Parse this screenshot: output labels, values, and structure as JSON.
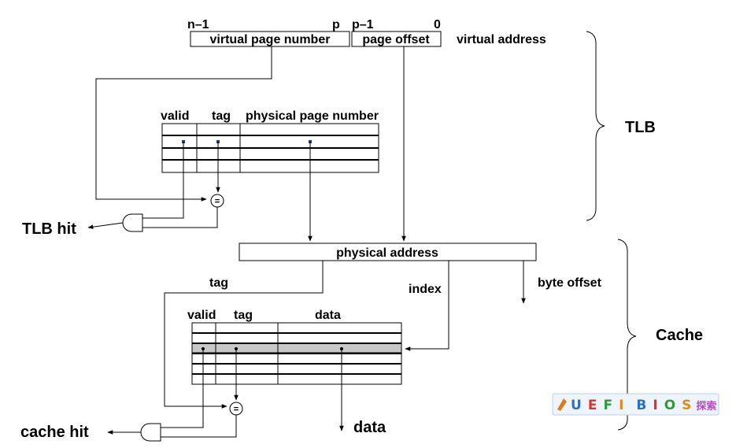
{
  "virtual_address": {
    "bit_n_minus_1": "n–1",
    "bit_p": "p",
    "bit_p_minus_1": "p–1",
    "bit_0": "0",
    "vpn_label": "virtual page number",
    "offset_label": "page offset",
    "label": "virtual address"
  },
  "tlb": {
    "brace_label": "TLB",
    "col_valid": "valid",
    "col_tag": "tag",
    "col_ppn": "physical page number",
    "hit_label": "TLB hit",
    "comparator": "="
  },
  "physical_address": {
    "label": "physical address",
    "tag_label": "tag",
    "index_label": "index",
    "byte_offset_label": "byte offset"
  },
  "cache": {
    "brace_label": "Cache",
    "col_valid": "valid",
    "col_tag": "tag",
    "col_data": "data",
    "hit_label": "cache hit",
    "data_out_label": "data",
    "comparator": "="
  },
  "watermark": {
    "letters": [
      "U",
      "E",
      "F",
      "I",
      "B",
      "I",
      "O",
      "S"
    ],
    "suffix": "探索",
    "colors": [
      "#2f6fc0",
      "#d9342b",
      "#2f9b3a",
      "#e08a1e"
    ]
  }
}
